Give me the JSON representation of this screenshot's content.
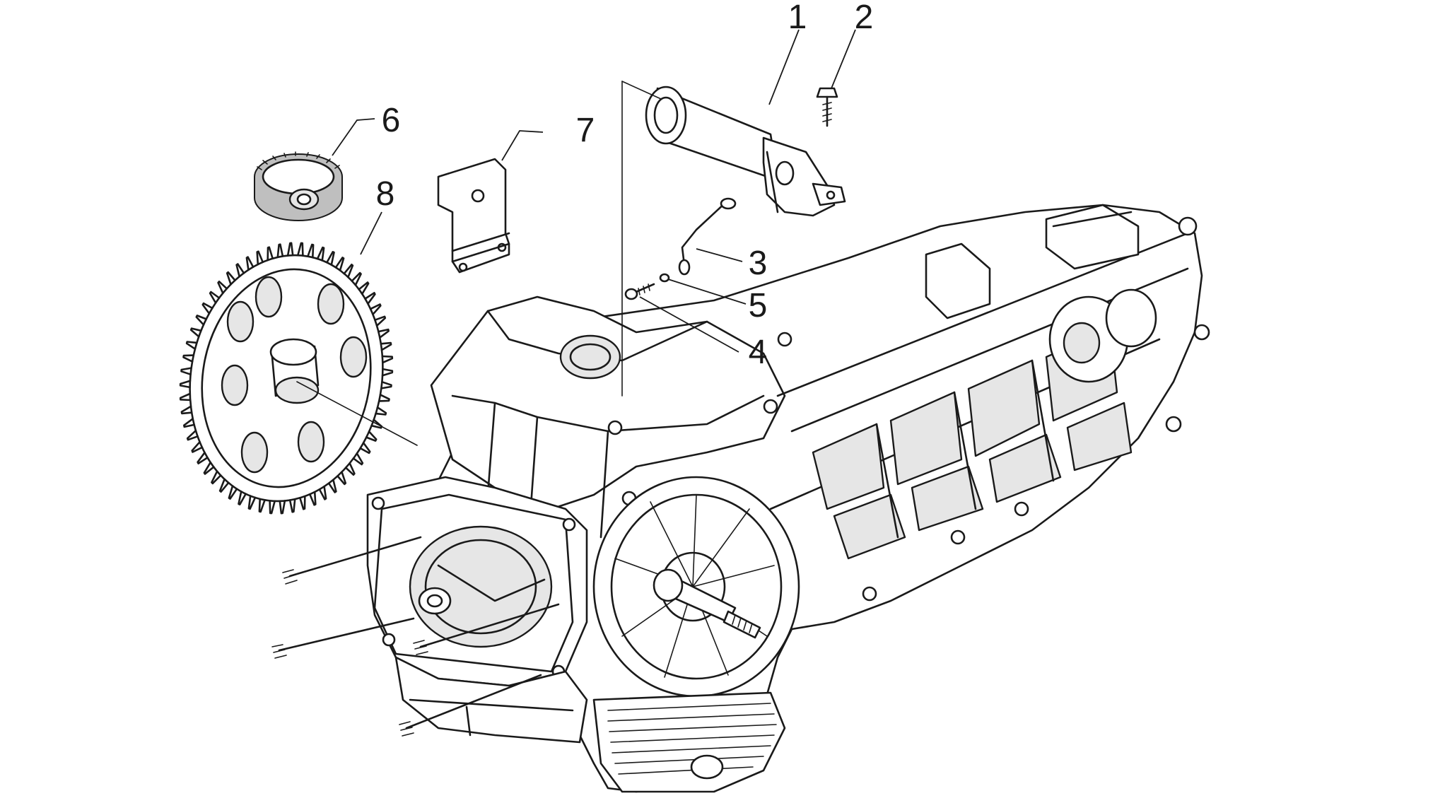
{
  "colors": {
    "ink": "#1a1a1a",
    "background": "#ffffff"
  },
  "callouts": {
    "c1": "1",
    "c2": "2",
    "c3": "3",
    "c4": "4",
    "c5": "5",
    "c6": "6",
    "c7": "7",
    "c8": "8"
  }
}
